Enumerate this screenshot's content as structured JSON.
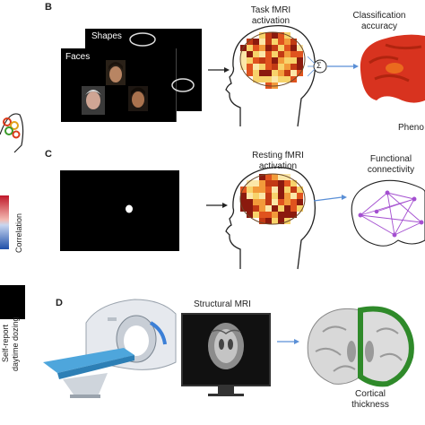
{
  "panels": {
    "B": {
      "letter": "B",
      "stimulus_labels": {
        "shapes": "Shapes",
        "faces": "Faces"
      },
      "brain_label": "Task fMRI\nactivation",
      "brain_label_line1": "Task fMRI",
      "brain_label_line2": "activation",
      "sum_symbol": "Σ",
      "output_label_line1": "Classification",
      "output_label_line2": "accuracy",
      "partial_label": "Pheno"
    },
    "C": {
      "letter": "C",
      "brain_label_line1": "Resting fMRI",
      "brain_label_line2": "activation",
      "output_label_line1": "Functional",
      "output_label_line2": "connectivity"
    },
    "D": {
      "letter": "D",
      "monitor_label": "Structural MRI",
      "output_label_line1": "Cortical",
      "output_label_line2": "thickness"
    },
    "left_strip": {
      "colorbar_label": "Correlation",
      "selfreport_line1": "Self-report",
      "selfreport_line2": "daytime dozing"
    }
  },
  "colors": {
    "arrow_black": "#222222",
    "arrow_blue": "#5a8fd6",
    "heat_dark": "#8b1a0e",
    "heat_mid": "#e0531e",
    "heat_light": "#f7d36b",
    "network_purple": "#a44fd0",
    "cortex_green": "#2f8a2a"
  }
}
